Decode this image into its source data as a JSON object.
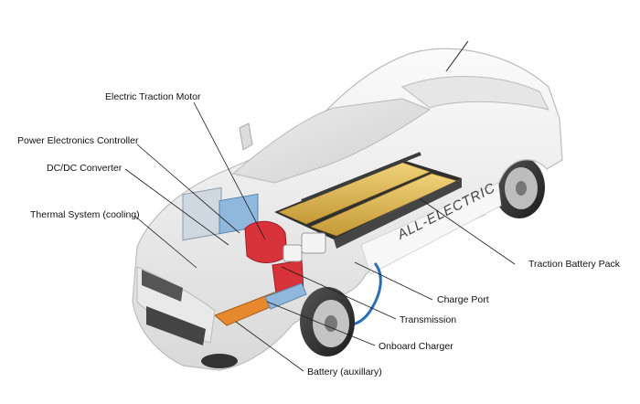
{
  "labels": {
    "motor": "Electric Traction Motor",
    "pec": "Power Electronics Controller",
    "dcdc": "DC/DC Converter",
    "thermal": "Thermal System (cooling)",
    "battery_pack": "Traction Battery Pack",
    "charge_port": "Charge Port",
    "transmission": "Transmission",
    "onboard_charger": "Onboard Charger",
    "aux_battery": "Battery (auxillary)"
  },
  "car_badge": "ALL-ELECTRIC",
  "colors": {
    "body": "#f2f2f2",
    "body_shadow": "#d6d6d6",
    "battery_cells": "#d9b452",
    "battery_dark": "#3b3b3b",
    "motor": "#d8333a",
    "dcdc": "#8fb8dc",
    "charger": "#e6892e",
    "cable": "#2a6fb5",
    "leader_line": "#1a1a1a"
  }
}
